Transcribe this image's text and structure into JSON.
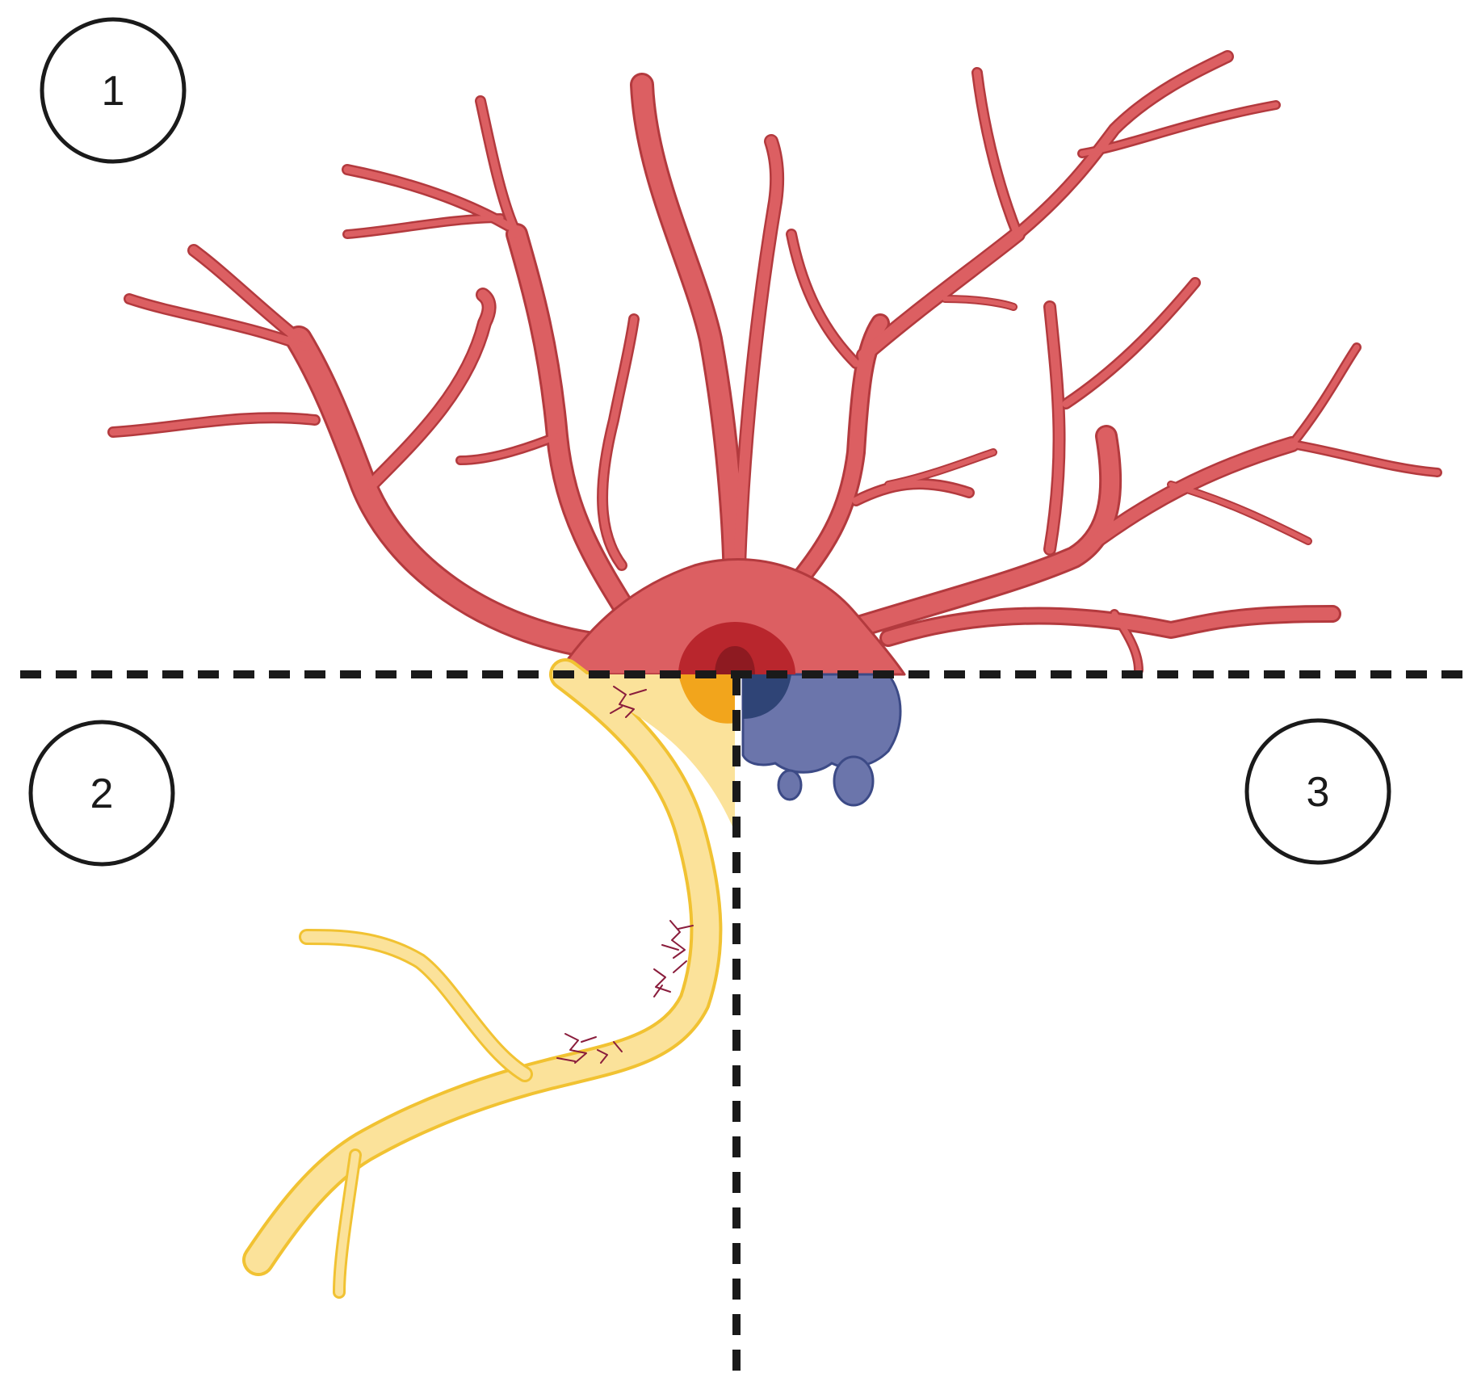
{
  "colors": {
    "background": "#ffffff",
    "neuron_healthy": "#dc5f62",
    "neuron_outline": "#b33a3e",
    "nucleus_outer": "#b9262d",
    "nucleus_inner": "#8e1a21",
    "axon_yellow": "#fbe29a",
    "axon_outline": "#f1c232",
    "yellow_nucleus": "#f2a51c",
    "tangle_color": "#8a1d3c",
    "blebbing_blue": "#6b75ab",
    "blebbing_outline": "#3c4a86",
    "blue_nucleus": "#2f4476",
    "divider": "#1a1a1a"
  },
  "quadrants": [
    {
      "id": "1",
      "label": "1",
      "color_key": "neuron_healthy"
    },
    {
      "id": "2",
      "label": "2",
      "color_key": "axon_yellow"
    },
    {
      "id": "3",
      "label": "3",
      "color_key": "blebbing_blue"
    }
  ]
}
